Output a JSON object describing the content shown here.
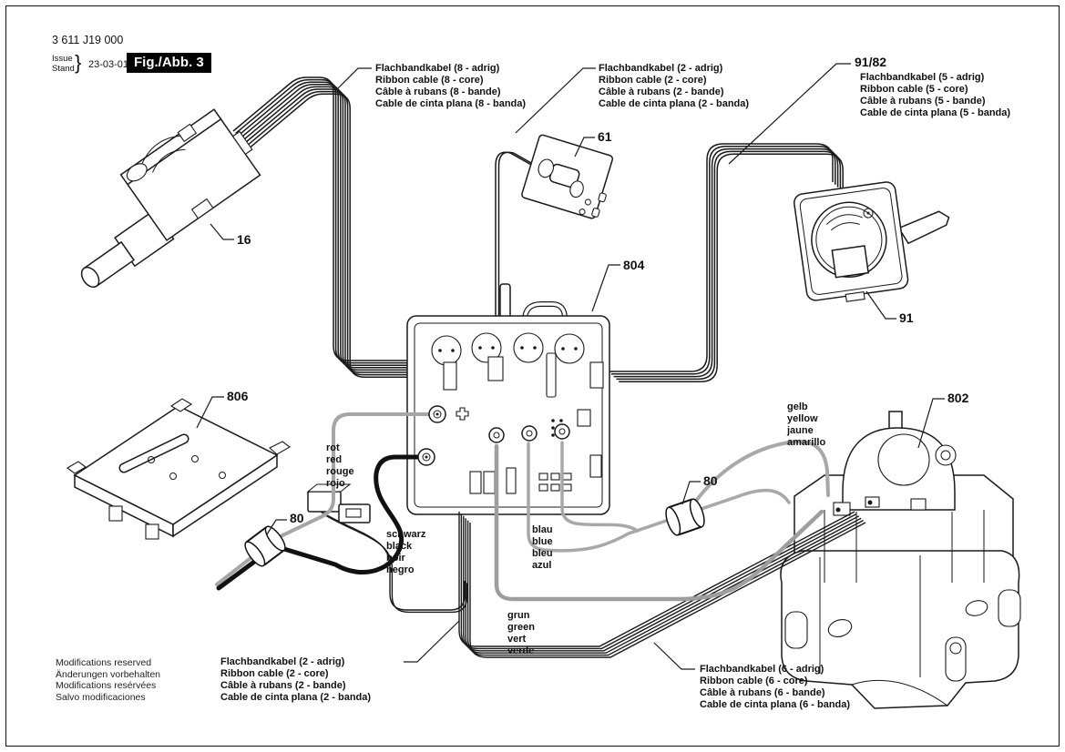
{
  "header": {
    "part_number": "3 611 J19 000",
    "issue_label": "Issue",
    "stand_label": "Stand",
    "brace": "}",
    "date": "23-03-01",
    "figure_badge": "Fig./Abb. 3"
  },
  "cable_labels": {
    "top_left": {
      "lines": [
        "Flachbandkabel (8 - adrig)",
        "Ribbon cable (8 - core)",
        "Câble à rubans (8 - bande)",
        "Cable de cinta plana (8 - banda)"
      ]
    },
    "top_center": {
      "lines": [
        "Flachbandkabel (2 - adrig)",
        "Ribbon cable (2 - core)",
        "Câble à rubans (2 - bande)",
        "Cable de cinta plana (2 - banda)"
      ]
    },
    "top_right": {
      "ref": "91/82",
      "lines": [
        "Flachbandkabel (5 - adrig)",
        "Ribbon cable (5 - core)",
        "Câble à rubans (5 - bande)",
        "Cable de cinta plana (5 - banda)"
      ]
    },
    "bottom_left": {
      "lines": [
        "Flachbandkabel (2 - adrig)",
        "Ribbon cable (2 - core)",
        "Câble à rubans (2 - bande)",
        "Cable de cinta plana (2 - banda)"
      ]
    },
    "bottom_right": {
      "lines": [
        "Flachbandkabel (6 - adrig)",
        "Ribbon cable (6 - core)",
        "Câble à rubans (6 - bande)",
        "Cable de cinta plana (6 - banda)"
      ]
    }
  },
  "wire_colors": {
    "red": [
      "rot",
      "red",
      "rouge",
      "rojo"
    ],
    "black": [
      "schwarz",
      "black",
      "noir",
      "negro"
    ],
    "blue": [
      "blau",
      "blue",
      "bleu",
      "azul"
    ],
    "green": [
      "grun",
      "green",
      "vert",
      "verde"
    ],
    "yellow": [
      "gelb",
      "yellow",
      "jaune",
      "amarillo"
    ]
  },
  "parts": {
    "switch": "16",
    "plate": "61",
    "board": "804",
    "bracket": "806",
    "socket": "91",
    "motor": "802",
    "grommet_left": "80",
    "grommet_right": "80"
  },
  "footer": {
    "lines": [
      "Modifications reserved",
      "Änderungen vorbehalten",
      "Modifications resérvées",
      "Salvo modificaciones"
    ]
  },
  "colors": {
    "ink": "#1a1a1a",
    "wire_gray": "#a6a6a6",
    "badge_bg": "#000000",
    "badge_fg": "#ffffff"
  }
}
